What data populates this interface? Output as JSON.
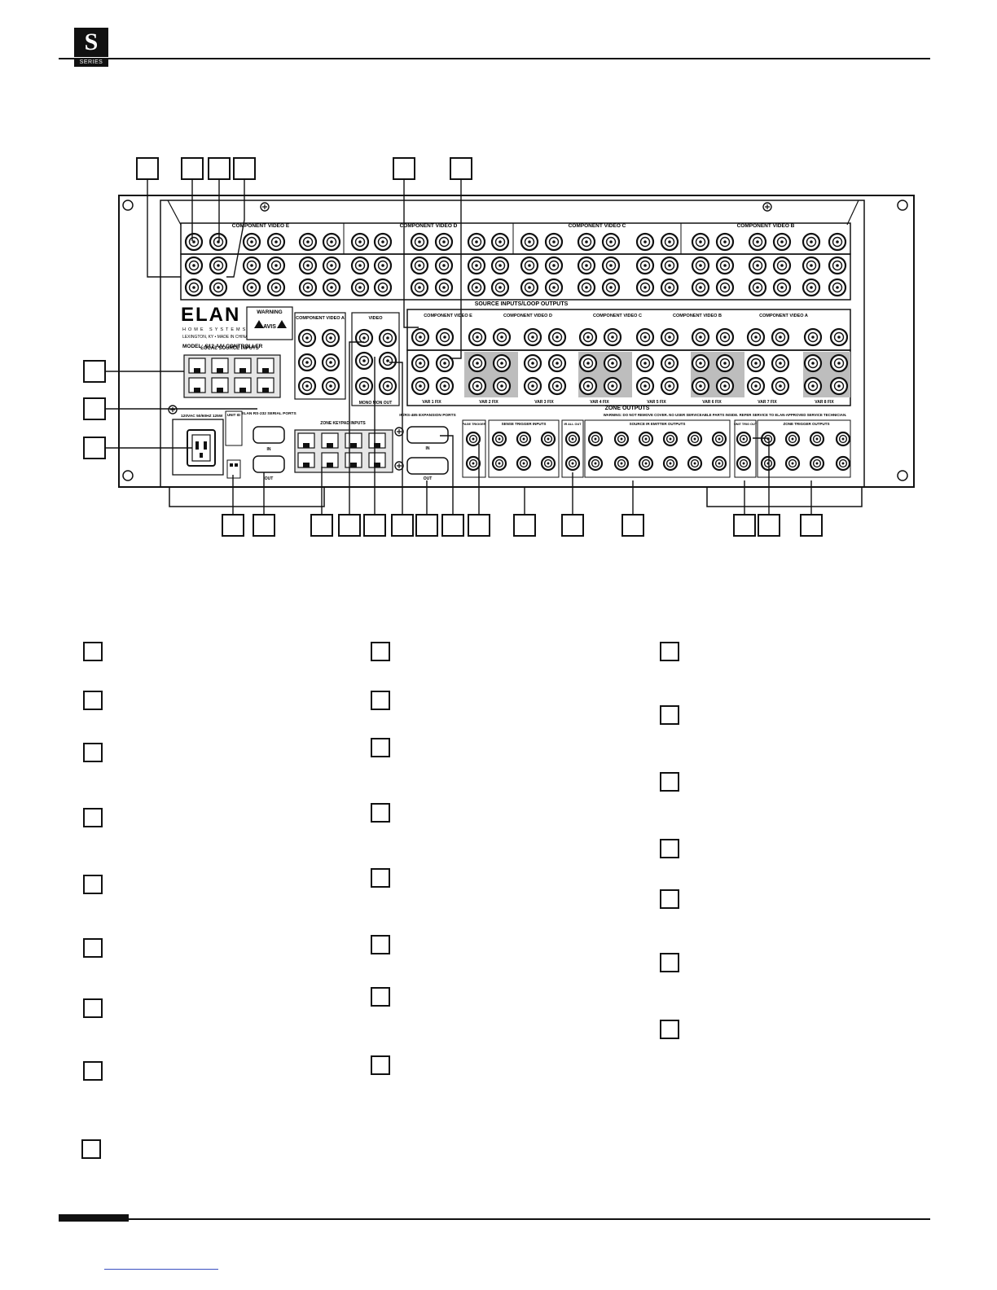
{
  "header": {
    "logo_letter": "S",
    "logo_tag": "SERIES"
  },
  "panel": {
    "brand": "ELAN",
    "brand_sub": "HOME SYSTEMS",
    "brand_loc": "LEXINGTON, KY • MADE IN CHINA",
    "model": "MODEL: S12 A/V CONTROLLER",
    "warning_title": "WARNING",
    "warning_sub": "AVIS",
    "top_groups": [
      "COMPONENT VIDEO E",
      "COMPONENT VIDEO D",
      "COMPONENT VIDEO C",
      "COMPONENT VIDEO B"
    ],
    "source_title": "SOURCE INPUTS/LOOP OUTPUTS",
    "zone_groups": [
      "COMPONENT VIDEO E",
      "COMPONENT VIDEO D",
      "COMPONENT VIDEO C",
      "COMPONENT VIDEO B",
      "COMPONENT VIDEO A"
    ],
    "zone_title": "ZONE OUTPUTS",
    "zone_labels": [
      "VAR 1 FIX",
      "VAR 2 FIX",
      "VAR 3 FIX",
      "VAR 4 FIX",
      "VAR 5 FIX",
      "VAR 6 FIX",
      "VAR 7 FIX",
      "VAR 8 FIX"
    ],
    "warning_line": "WARNING: DO NOT REMOVE COVER. NO USER SERVICEABLE PARTS INSIDE. REFER SERVICE TO ELAN-APPROVED SERVICE TECHNICIAN.",
    "comp_a": "COMPONENT VIDEO A",
    "video": "VIDEO",
    "mono_out": "MONO MON OUT",
    "local_inputs": "LOCAL SOURCE INPUTS",
    "power_label": "120VAC 50/60HZ 125W",
    "unit_id": "UNIT ID",
    "rs232": "ELAN RS-232 SERIAL PORTS",
    "keypad": "ZONE KEYPAD INPUTS",
    "rs485": "IR/RS-485 EXPANSION PORTS",
    "page_trigger": "PAGE TRIGGER",
    "sense_trigger": "SENSE TRIGGER INPUTS",
    "ir_all_out": "IR ALL OUT",
    "ir_emitter": "SOURCE IR EMITTER OUTPUTS",
    "unit_trig": "UNIT TRIG OUT",
    "zone_trigger": "ZONE TRIGGER OUTPUTS",
    "in": "IN",
    "out": "OUT"
  }
}
